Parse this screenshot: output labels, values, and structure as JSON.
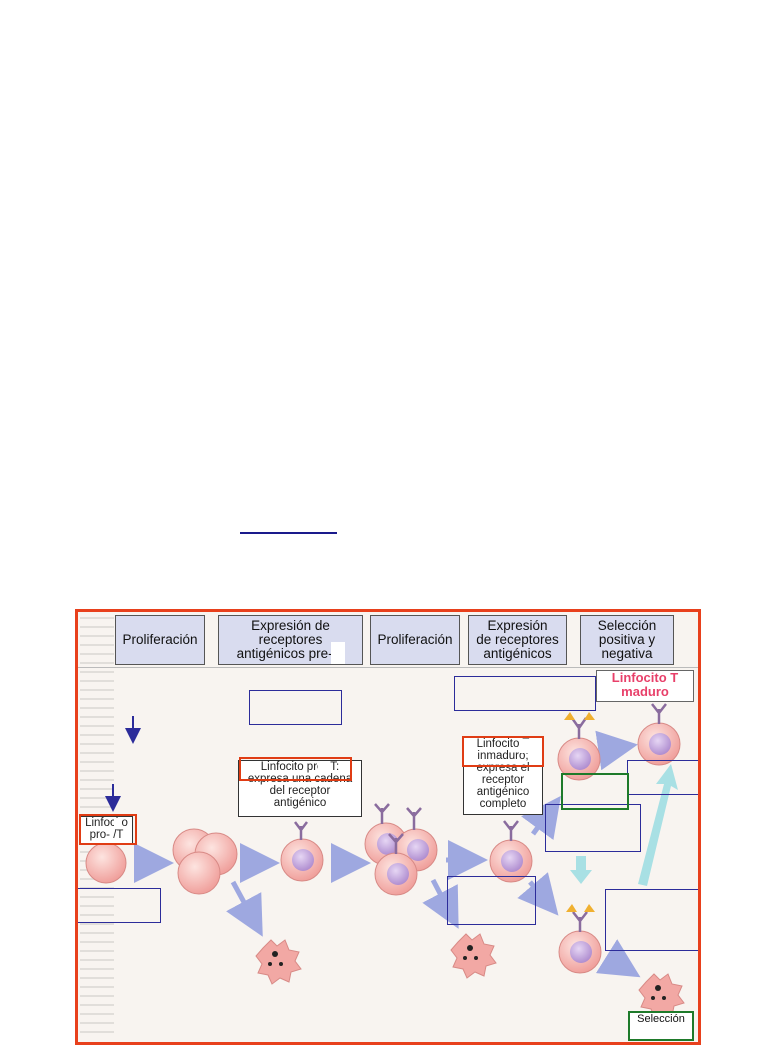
{
  "headers": [
    {
      "label": "Proliferación"
    },
    {
      "label": "Expresión de\nreceptores\nantigénicos pre-  T"
    },
    {
      "label": "Proliferación"
    },
    {
      "label": "Expresión\nde receptores\nantigénicos"
    },
    {
      "label": "Selección\npositiva y\nnegativa"
    }
  ],
  "labels": {
    "pro_lymphocyte": "Linfocito\npro-  /T",
    "pre_lymphocyte": "Linfocito pre-  T:\nexpresa una cadena\ndel receptor\nantigénico",
    "immature_lymphocyte": "Linfocito   T\ninmaduro;\nexpresa el\nreceptor\nantigénico\ncompleto",
    "mature_lymphocyte": "Linfocito   T\nmaduro",
    "selection_corner": "Selección"
  },
  "colors": {
    "frame_red": "#e8401c",
    "header_fill": "#d9dcef",
    "cell_outer": "#f2a8a4",
    "cell_nucleus": "#c7a6df",
    "arrow_blue": "#9ea8e0",
    "arrow_cyan": "#a8e0e4",
    "receptor_purple": "#8a6c9e",
    "antigen_orange": "#f0b030",
    "mature_text": "#e8406a"
  },
  "icons": {
    "cell": "lymphocyte-cell-icon",
    "apoptotic": "apoptotic-cell-icon",
    "receptor": "antigen-receptor-icon",
    "antigen": "antigen-icon"
  }
}
